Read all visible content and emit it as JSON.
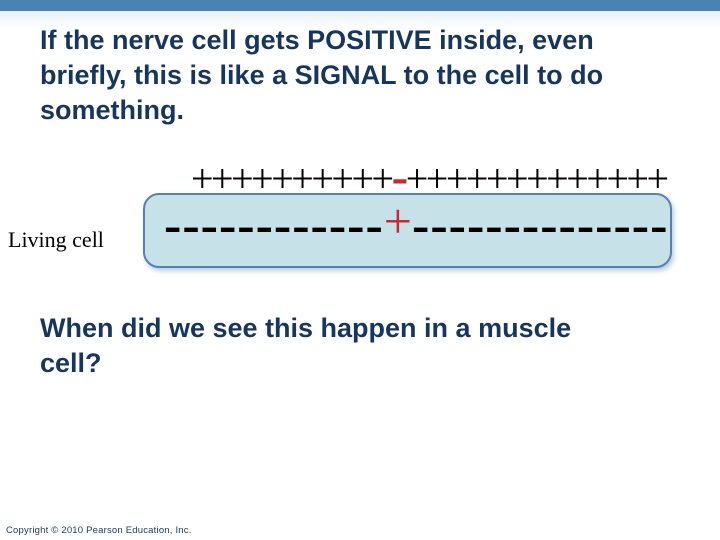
{
  "slide": {
    "title": "If the nerve cell gets POSITIVE inside, even\nbriefly, this is like a SIGNAL to the cell to do\nsomething.",
    "question": "When did we see this happen in a muscle\ncell?",
    "footer": "Copyright © 2010 Pearson Education, Inc.",
    "colors": {
      "accent_bar": "#4983b2",
      "heading": "#17365d",
      "red": "#c62a33",
      "cell_fill": "#c7e1e9",
      "cell_border": "#5580b5"
    }
  },
  "diagram": {
    "label": "Living cell",
    "outside_left": "++++++++++",
    "outside_flip": "-",
    "outside_right": "+++++++++++++",
    "inside_left": "------------",
    "inside_flip": "+",
    "inside_right": "--------------"
  }
}
